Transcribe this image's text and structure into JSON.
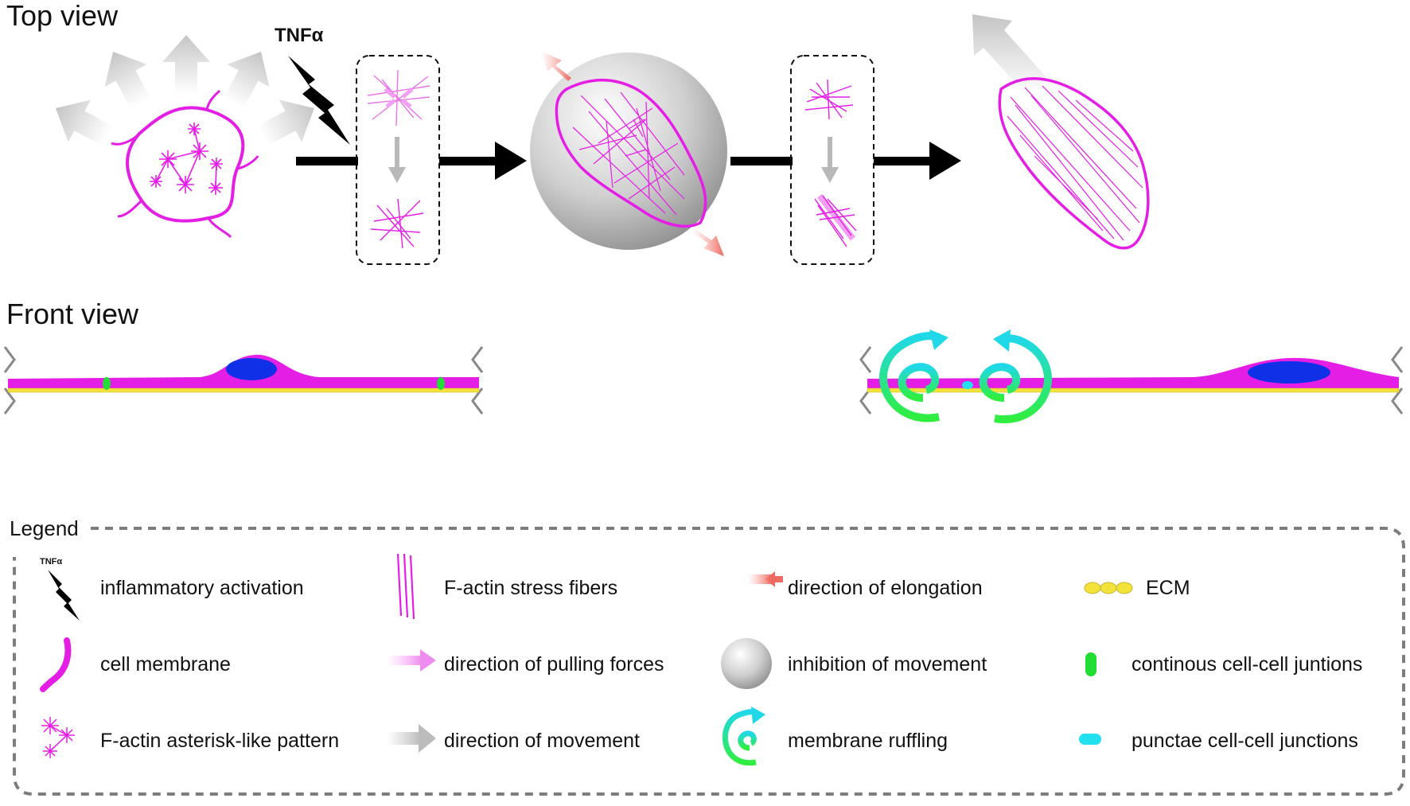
{
  "titles": {
    "top_view": "Top view",
    "front_view": "Front view",
    "stimulus": "TNFα"
  },
  "legend": {
    "title": "Legend",
    "mini_stimulus": "TNFα",
    "items": [
      {
        "label": "inflammatory activation",
        "icon": "lightning-bolt-icon"
      },
      {
        "label": "F-actin stress fibers",
        "icon": "stress-fibers-icon"
      },
      {
        "label": "direction of elongation",
        "icon": "elongation-arrow-icon"
      },
      {
        "label": "ECM",
        "icon": "ecm-beads-icon"
      },
      {
        "label": "cell membrane",
        "icon": "membrane-stroke-icon"
      },
      {
        "label": "direction of pulling forces",
        "icon": "pulling-arrow-icon"
      },
      {
        "label": "inhibition of movement",
        "icon": "sphere-icon"
      },
      {
        "label": "continous cell-cell juntions",
        "icon": "continuous-junction-icon"
      },
      {
        "label": "F-actin asterisk-like pattern",
        "icon": "asterisk-icon"
      },
      {
        "label": "direction of movement",
        "icon": "movement-arrow-icon"
      },
      {
        "label": "membrane ruffling",
        "icon": "ruffle-spiral-icon"
      },
      {
        "label": "punctae cell-cell junctions",
        "icon": "punctae-junction-icon"
      }
    ]
  },
  "colors": {
    "actin": "#e51ee6",
    "nucleus": "#1030e8",
    "junction_continuous": "#22dd33",
    "junction_punctae": "#22e0f0",
    "ecm": "#f2e23a",
    "elongation": "#f07a70",
    "movement": "#c8c8c8",
    "ruffle": "#22e0a0",
    "frame": "#888888"
  }
}
